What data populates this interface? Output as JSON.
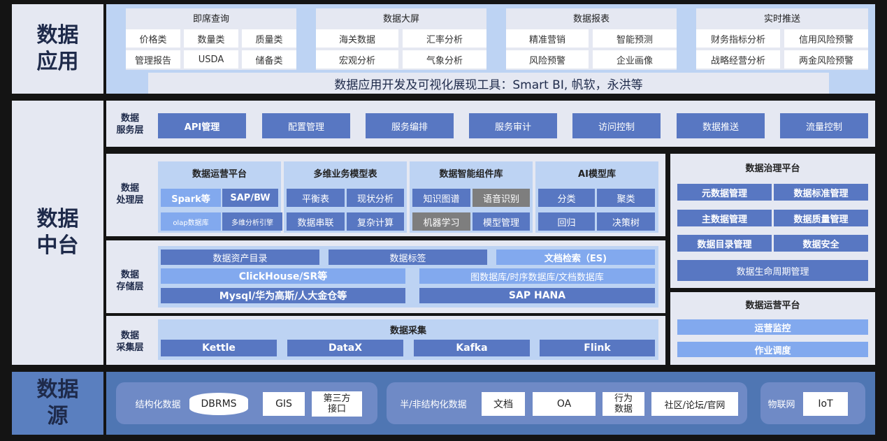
{
  "app": {
    "title": "数据应用",
    "categories": [
      {
        "title": "即席查询",
        "items": [
          "价格类",
          "数量类",
          "质量类",
          "管理报告",
          "USDA",
          "储备类"
        ]
      },
      {
        "title": "数据大屏",
        "items": [
          "海关数据",
          "汇率分析",
          "宏观分析",
          "气象分析"
        ]
      },
      {
        "title": "数据报表",
        "items": [
          "精准营销",
          "智能预测",
          "风险预警",
          "企业画像"
        ]
      },
      {
        "title": "实时推送",
        "items": [
          "财务指标分析",
          "信用风险预警",
          "战略经营分析",
          "两金风险预警"
        ]
      }
    ],
    "tools": "数据应用开发及可视化展现工具：Smart BI, 帆软，永洪等"
  },
  "middle": {
    "title": "数据中台",
    "service": {
      "label": "数据\n服务层",
      "items": [
        "API管理",
        "配置管理",
        "服务编排",
        "服务审计",
        "访问控制",
        "数据推送",
        "流量控制"
      ]
    },
    "processing": {
      "label": "数据\n处理层",
      "groups": [
        {
          "title": "数据运营平台",
          "items": [
            "Spark等",
            "SAP/BW",
            "olap数据库",
            "多维分析引擎"
          ]
        },
        {
          "title": "多维业务模型表",
          "items": [
            "平衡表",
            "现状分析",
            "数据串联",
            "复杂计算"
          ]
        },
        {
          "title": "数据智能组件库",
          "items": [
            "知识图谱",
            "语音识别",
            "机器学习",
            "模型管理"
          ]
        },
        {
          "title": "AI模型库",
          "items": [
            "分类",
            "聚类",
            "回归",
            "决策树"
          ]
        }
      ]
    },
    "storage": {
      "label": "数据\n存储层",
      "row1": [
        "数据资产目录",
        "数据标签",
        "文档检索（ES)"
      ],
      "row2": [
        "ClickHouse/SR等",
        "图数据库/时序数据库/文档数据库"
      ],
      "row3": [
        "Mysql/华为高斯/人大金仓等",
        "SAP HANA"
      ]
    },
    "collection": {
      "label": "数据\n采集层",
      "title": "数据采集",
      "items": [
        "Kettle",
        "DataX",
        "Kafka",
        "Flink"
      ]
    },
    "governance": {
      "title": "数据治理平台",
      "items": [
        "元数据管理",
        "数据标准管理",
        "主数据管理",
        "数据质量管理",
        "数据目录管理",
        "数据安全",
        "数据生命周期管理"
      ]
    },
    "operations": {
      "title": "数据运营平台",
      "items": [
        "运营监控",
        "作业调度"
      ]
    }
  },
  "source": {
    "title": "数据源",
    "structured": {
      "label": "结构化数据",
      "items": [
        "DBRMS",
        "GIS",
        "第三方\n接口"
      ]
    },
    "semi": {
      "label": "半/非结构化数据",
      "items": [
        "文档",
        "OA",
        "行为\n数据",
        "社区/论坛/官网"
      ]
    },
    "iot": {
      "label": "物联网",
      "items": [
        "IoT"
      ]
    }
  }
}
